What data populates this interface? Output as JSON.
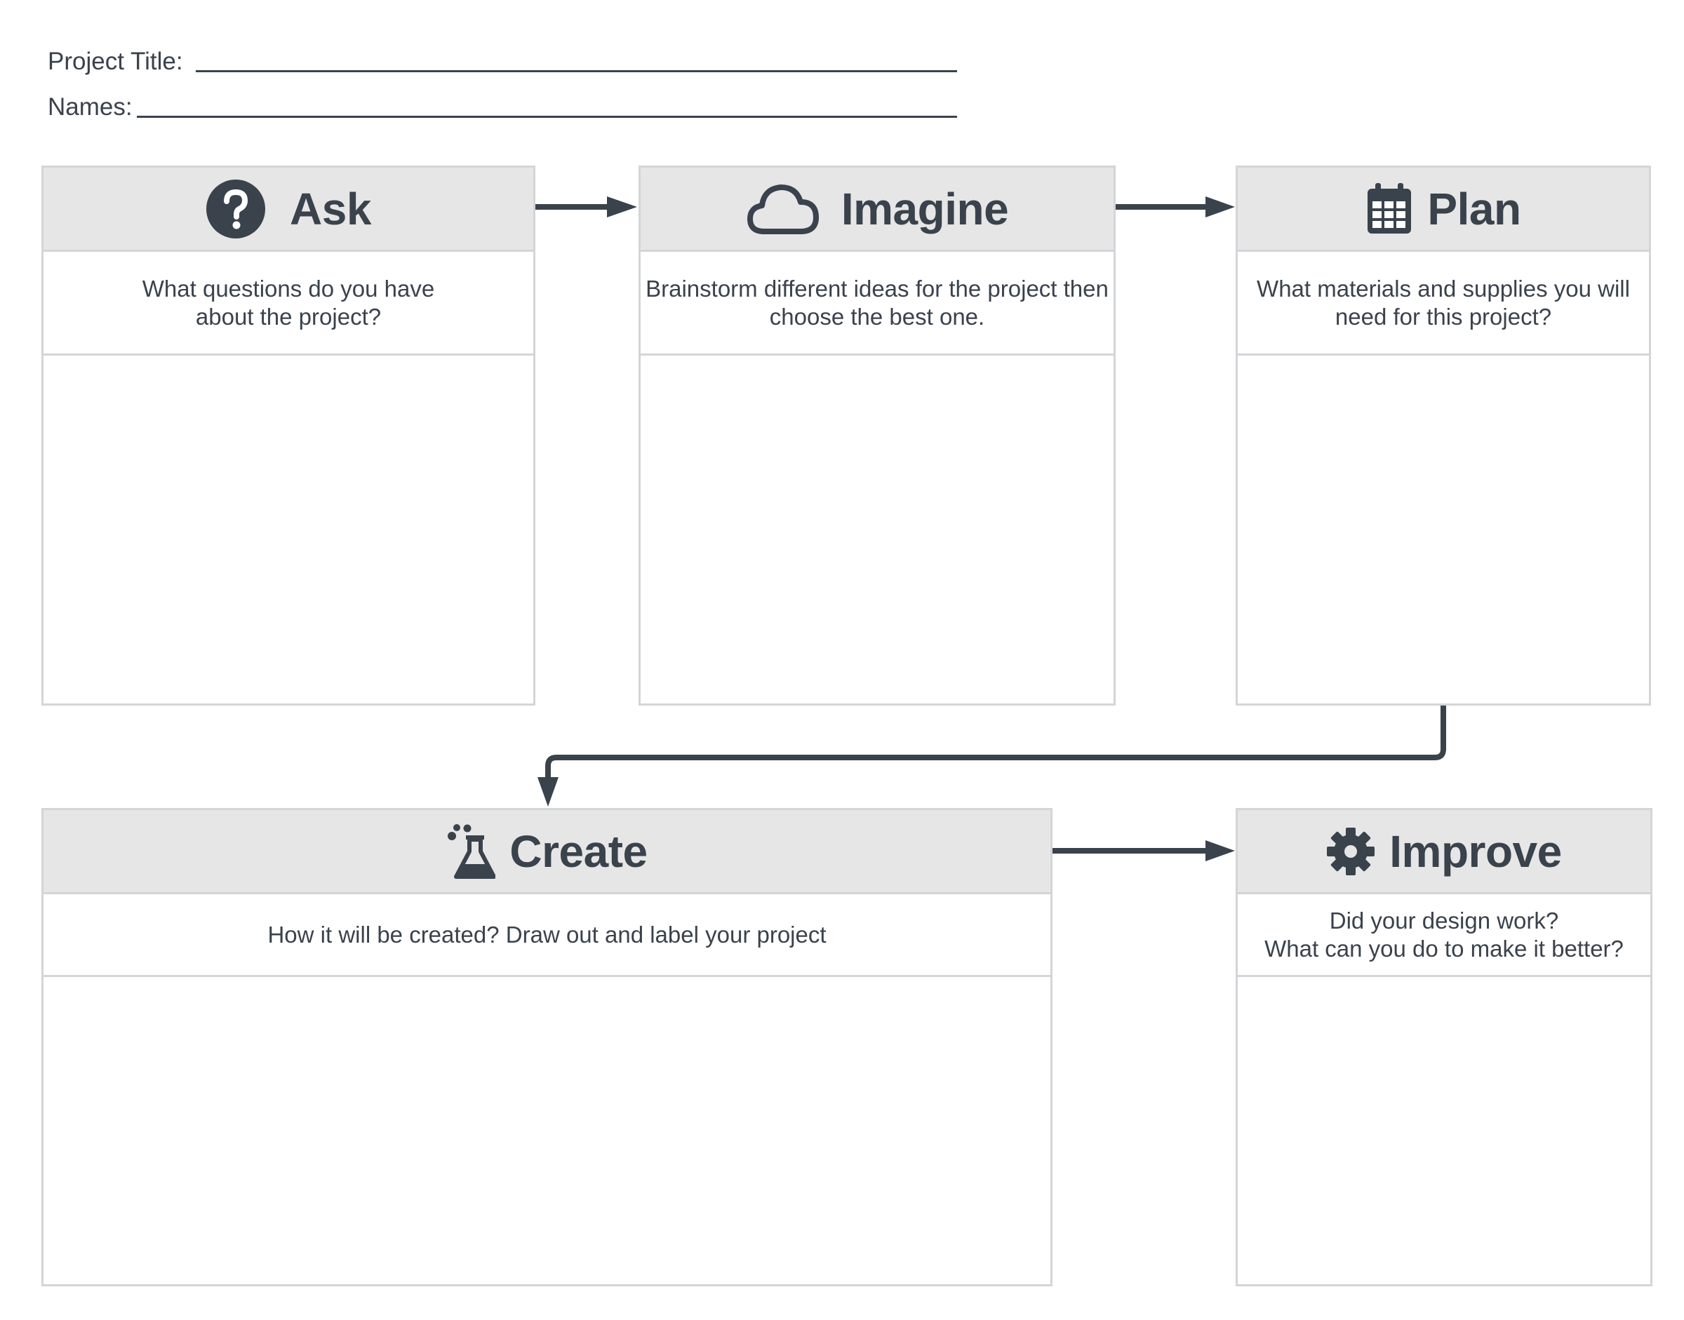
{
  "header": {
    "project_title_label": "Project Title:",
    "names_label": "Names:"
  },
  "steps": [
    {
      "title": "Ask",
      "icon": "question-circle-icon",
      "prompt": "What questions do you have\nabout the project?"
    },
    {
      "title": "Imagine",
      "icon": "cloud-icon",
      "prompt": "Brainstorm different ideas for the project then\nchoose the best one."
    },
    {
      "title": "Plan",
      "icon": "calendar-icon",
      "prompt": "What materials and supplies you will\nneed for this project?"
    },
    {
      "title": "Create",
      "icon": "flask-icon",
      "prompt": "How it will be created? Draw out and label your project"
    },
    {
      "title": "Improve",
      "icon": "gear-icon",
      "prompt": "Did your design work?\nWhat can you do to make it better?"
    }
  ],
  "colors": {
    "ink": "#3a424c",
    "header_fill": "#e6e6e6",
    "border": "#d3d5d8"
  }
}
